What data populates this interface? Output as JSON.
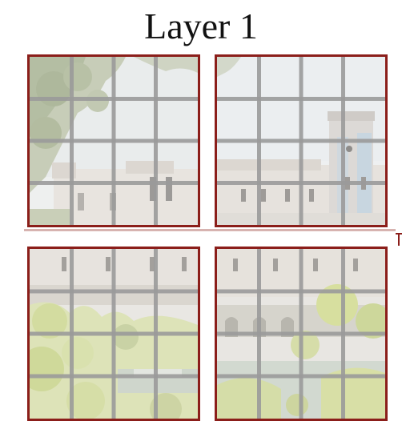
{
  "title": "Layer 1",
  "grid": {
    "rows": 4,
    "cols": 4
  },
  "tiles": [
    {
      "name": "top-left",
      "scene": "trees-and-castle-left"
    },
    {
      "name": "top-right",
      "scene": "castle-towers"
    },
    {
      "name": "bottom-left",
      "scene": "castle-base-and-garden"
    },
    {
      "name": "bottom-right",
      "scene": "garden-and-water"
    }
  ],
  "colors": {
    "tile_border": "#8b1e1a",
    "grid_line": "#9a9a9a",
    "divider": "#d7b3b0"
  }
}
